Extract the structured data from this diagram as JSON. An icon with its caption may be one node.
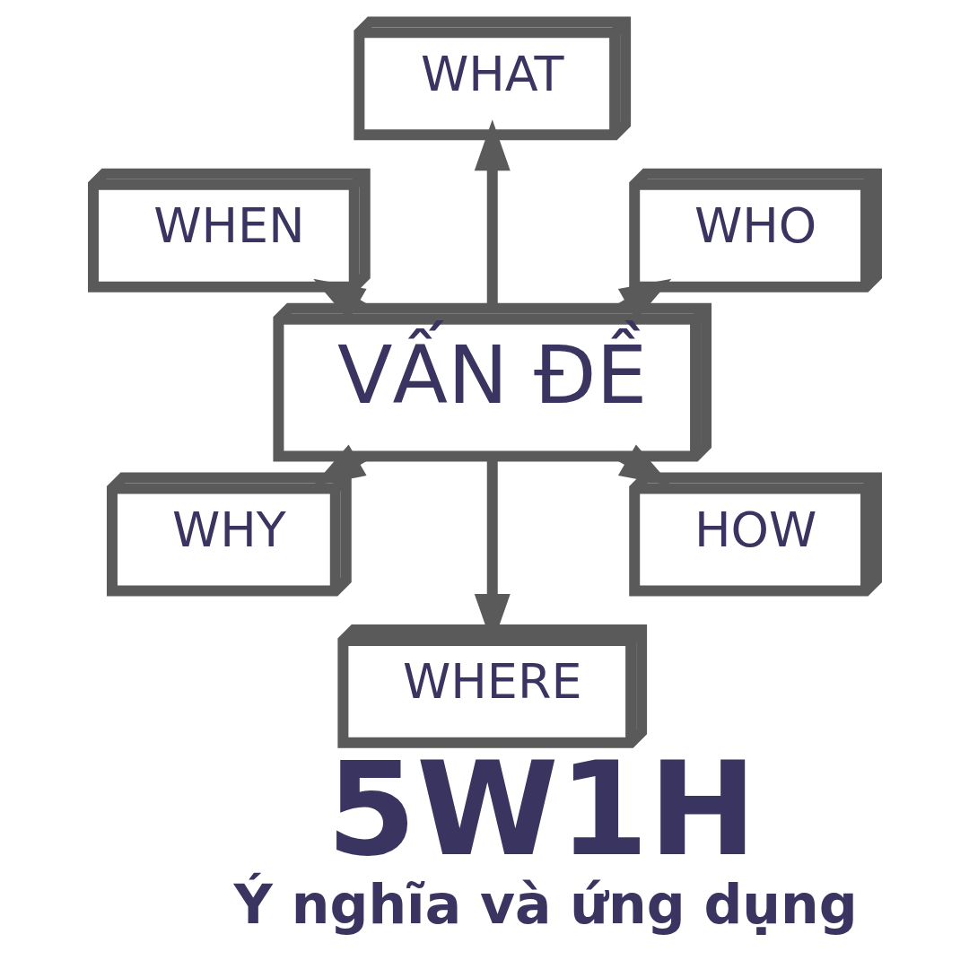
{
  "diagram": {
    "title": "5W1H",
    "caption": "Ý nghĩa và ứng dụng",
    "nodes": [
      {
        "text": [
          "VẤN ĐỀ"
        ]
      },
      {
        "text": [
          "WHO"
        ]
      },
      {
        "text": [
          "WHAT"
        ]
      },
      {
        "text": [
          "WHEN"
        ]
      },
      {
        "text": [
          "WHY"
        ]
      },
      {
        "text": [
          "WHERE"
        ]
      },
      {
        "text": [
          "HOW"
        ]
      }
    ],
    "edges": [
      {
        "from": 0,
        "to": 1,
        "arrow": "to"
      },
      {
        "from": 0,
        "to": 2,
        "arrow": "to"
      },
      {
        "from": 0,
        "to": 3,
        "arrow": "to"
      },
      {
        "from": 0,
        "to": 4,
        "arrow": "to"
      },
      {
        "from": 0,
        "to": 5,
        "arrow": "to"
      },
      {
        "from": 0,
        "to": 6,
        "arrow": "to"
      }
    ]
  }
}
